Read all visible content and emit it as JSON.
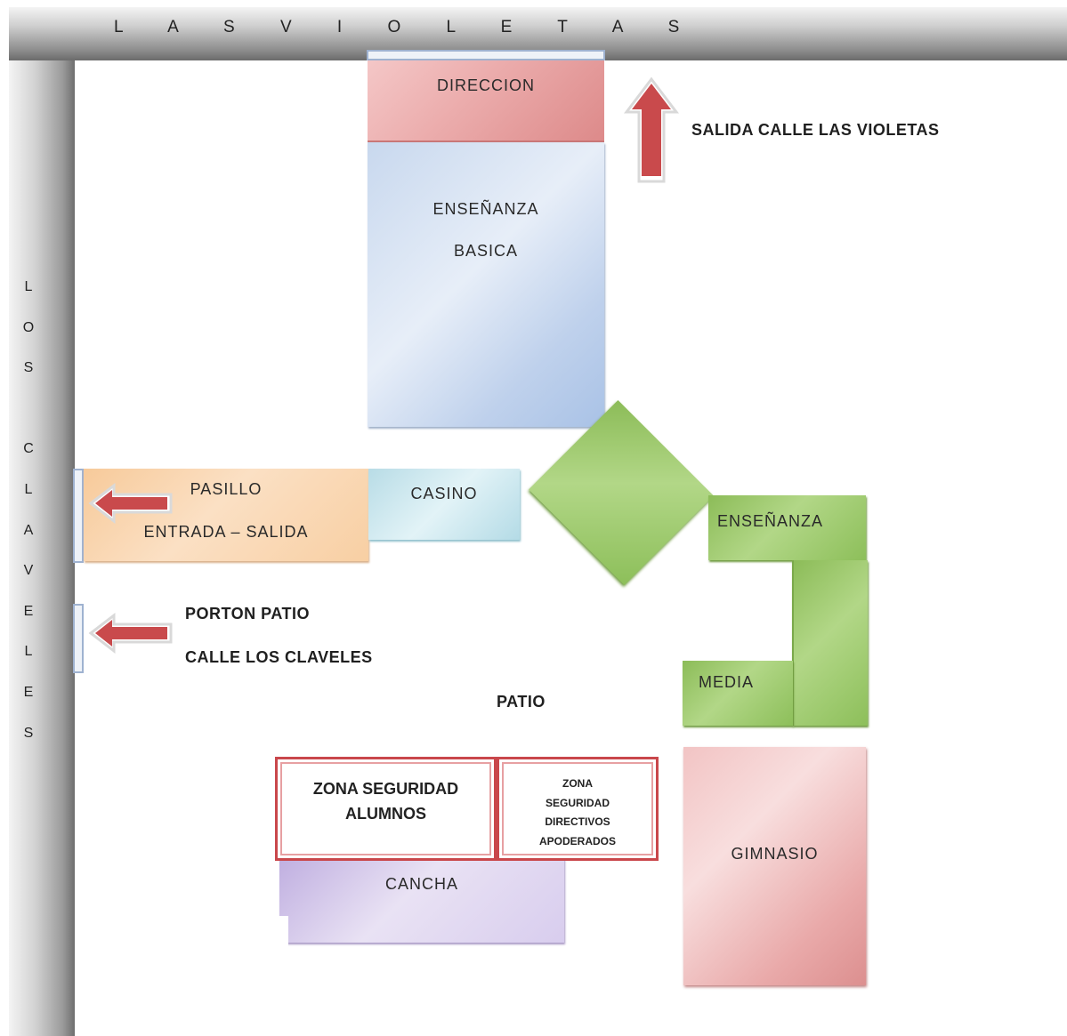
{
  "streets": {
    "top": "L A S V I O L E T A S",
    "left": [
      "L",
      "O",
      "S",
      "",
      "C",
      "L",
      "A",
      "V",
      "E",
      "L",
      "E",
      "S"
    ]
  },
  "rooms": {
    "direccion": "DIRECCION",
    "basica_line1": "ENSEÑANZA",
    "basica_line2": "BASICA",
    "pasillo_line1": "PASILLO",
    "pasillo_line2": "ENTRADA – SALIDA",
    "casino": "CASINO",
    "media_line1": "ENSEÑANZA",
    "media_line2": "MEDIA",
    "gimnasio": "GIMNASIO",
    "cancha": "CANCHA",
    "patio": "PATIO"
  },
  "safety_zones": {
    "students": [
      "ZONA SEGURIDAD",
      "ALUMNOS"
    ],
    "staff": [
      "ZONA",
      "SEGURIDAD",
      "DIRECTIVOS",
      "APODERADOS"
    ]
  },
  "exits": {
    "violetas": "SALIDA CALLE LAS VIOLETAS",
    "porton_line1": "PORTON PATIO",
    "porton_line2": "CALLE LOS CLAVELES"
  },
  "colors": {
    "arrow": "#c94a4c",
    "safety_border": "#c9474b",
    "green_building": "#8cbc58"
  }
}
